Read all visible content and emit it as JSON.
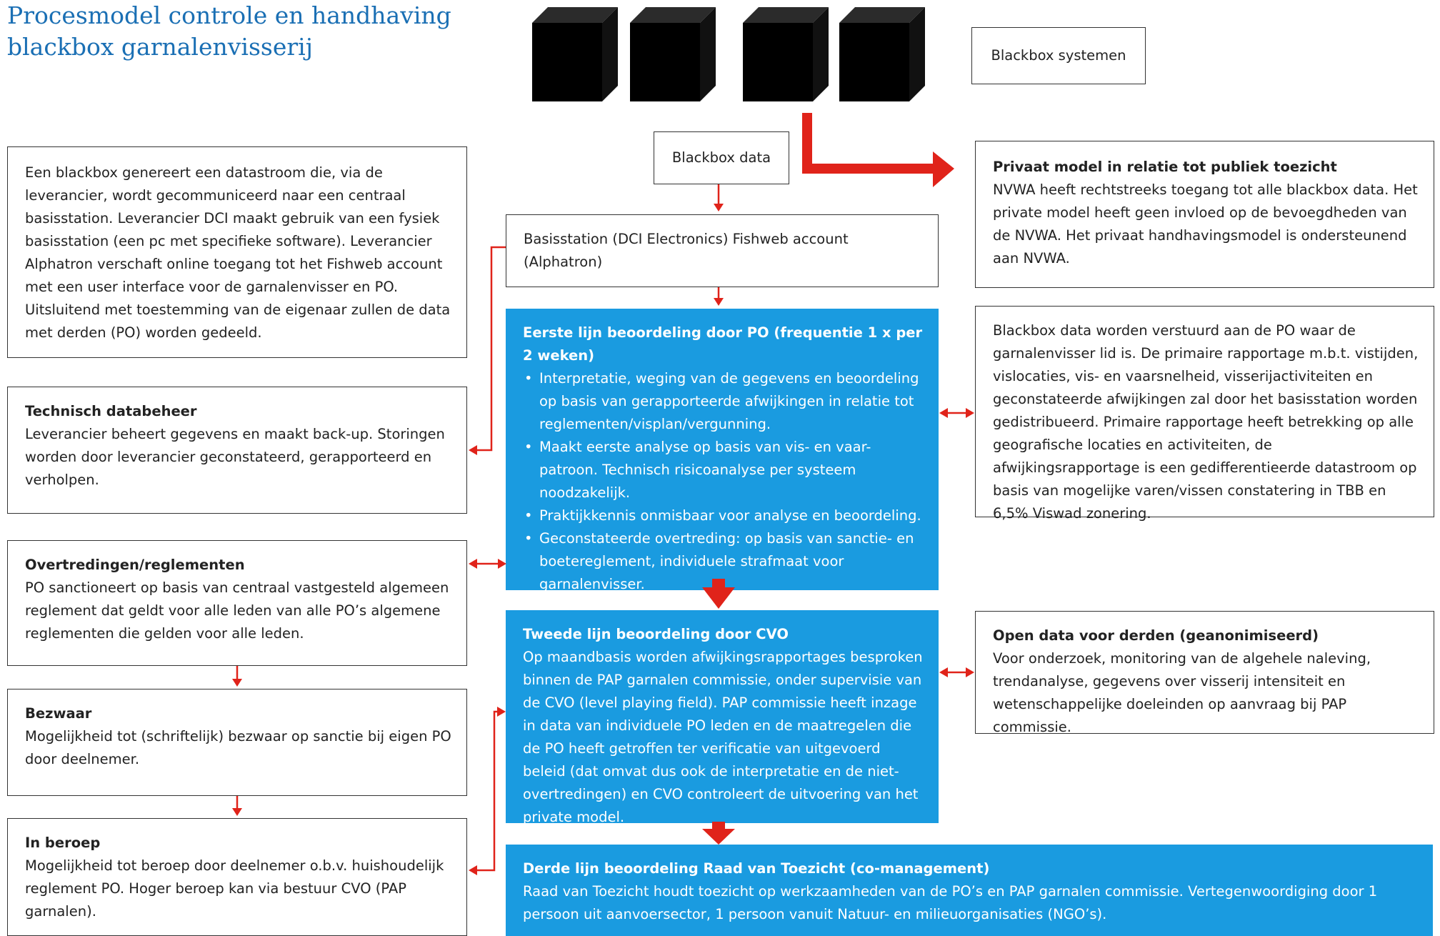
{
  "title": "Procesmodel controle en handhaving blackbox garnalenvisserij",
  "legend_label": "Blackbox systemen",
  "center": {
    "blackbox_data": "Blackbox data",
    "basisstation": "Basisstation (DCI Electronics) Fishweb account (Alphatron)",
    "eerste_lijn": {
      "heading": "Eerste lijn beoordeling door PO (frequentie 1 x per 2 weken)",
      "bullets": [
        "Interpretatie, weging van de gegevens en beoordeling op basis van gerapporteerde afwijkingen in relatie tot reglementen/visplan/vergunning.",
        "Maakt eerste analyse op basis van vis- en vaar-patroon. Technisch risicoanalyse per systeem noodzakelijk.",
        "Praktijkkennis onmisbaar voor analyse en beoordeling.",
        "Geconstateerde overtreding: op basis van sanctie- en boetereglement, individuele strafmaat voor garnalenvisser."
      ]
    },
    "tweede_lijn": {
      "heading": "Tweede lijn beoordeling door CVO",
      "text": "Op maandbasis worden afwijkingsrapportages besproken binnen de PAP garnalen commissie, onder supervisie van de CVO (level playing field). PAP commissie heeft inzage in data van individuele PO leden en de maatregelen die de PO heeft getroffen ter verificatie van uitgevoerd beleid (dat omvat dus ook de interpretatie en de niet-overtredingen) en CVO controleert de uitvoering van het private model."
    },
    "derde_lijn": {
      "heading": "Derde lijn beoordeling Raad van Toezicht (co-management)",
      "text": "Raad van Toezicht houdt toezicht op werkzaamheden van de PO’s en PAP garnalen commissie. Vertegenwoordiging door 1 persoon uit aanvoersector, 1 persoon vanuit Natuur- en milieuorganisaties (NGO’s)."
    }
  },
  "left": {
    "intro": "Een blackbox genereert een datastroom die, via de leverancier, wordt gecommuniceerd naar een centraal basisstation. Leverancier DCI maakt gebruik van een fysiek basisstation (een pc met specifieke software). Leverancier Alphatron verschaft online toegang tot het Fishweb account met een user interface voor de garnalenvisser en PO. Uitsluitend met toestemming van de eigenaar zullen de data met derden (PO) worden gedeeld.",
    "databeheer": {
      "heading": "Technisch databeheer",
      "text": "Leverancier beheert gegevens en maakt back-up. Storingen worden door leverancier geconstateerd, gerapporteerd en verholpen."
    },
    "overtredingen": {
      "heading": "Overtredingen/reglementen",
      "text": "PO sanctioneert op basis van centraal vastgesteld algemeen reglement dat geldt voor alle leden van alle PO’s algemene reglementen die gelden voor alle leden."
    },
    "bezwaar": {
      "heading": "Bezwaar",
      "text": "Mogelijkheid tot (schriftelijk) bezwaar op sanctie bij eigen PO door deelnemer."
    },
    "beroep": {
      "heading": "In beroep",
      "text": "Mogelijkheid tot beroep door deelnemer o.b.v. huishoudelijk reglement PO. Hoger beroep kan via bestuur CVO (PAP garnalen)."
    }
  },
  "right": {
    "privaat": {
      "heading": "Privaat model in relatie tot publiek toezicht",
      "text": "NVWA heeft rechtstreeks toegang tot alle blackbox data. Het private model heeft geen invloed op de bevoegdheden van de NVWA. Het privaat handhavingsmodel is ondersteunend aan NVWA."
    },
    "versturen": {
      "text": "Blackbox data worden verstuurd aan de PO waar de garnalenvisser lid is. De primaire rapportage m.b.t. vistijden, vislocaties, vis- en vaarsnelheid, visserijactiviteiten en geconstateerde afwijkingen zal door het basisstation worden gedistribueerd. Primaire rapportage heeft betrekking op alle geografische locaties en activiteiten, de afwijkingsrapportage is een gedifferentieerde datastroom op basis van mogelijke varen/vissen constatering in TBB en 6,5% Viswad zonering."
    },
    "open_data": {
      "heading": "Open data voor derden (geanonimiseerd)",
      "text": "Voor onderzoek, monitoring van de algehele naleving, trendanalyse, gegevens over visserij intensiteit en wetenschappelijke doeleinden op aanvraag bij PAP commissie."
    }
  },
  "colors": {
    "blue_box": "#1a9be0",
    "arrow_red": "#e0231a",
    "title_blue": "#1a6fb4"
  },
  "icons": [
    "blackbox-cube-icon"
  ]
}
